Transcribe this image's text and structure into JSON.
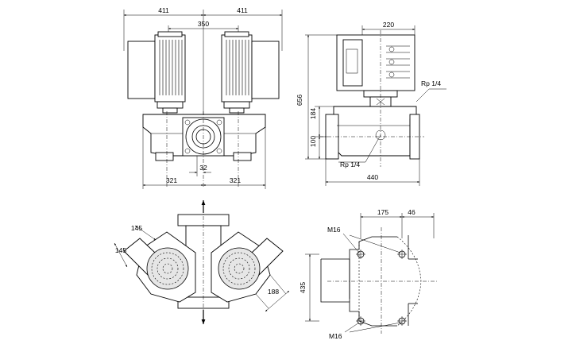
{
  "front_view": {
    "dim_left_width": "411",
    "dim_right_width": "411",
    "dim_motor_spacing": "350",
    "dim_left_base": "321",
    "dim_right_base": "321",
    "dim_offset": "32"
  },
  "side_view": {
    "dim_motor_depth": "220",
    "dim_total_height": "656",
    "dim_upper_height": "184",
    "dim_lower_height": "100",
    "dim_base_length": "440",
    "label_rp_top": "Rp 1/4",
    "label_rp_bottom": "Rp 1/4"
  },
  "top_view": {
    "dim_left_a": "145",
    "dim_left_b": "145",
    "dim_right": "188"
  },
  "flange_view": {
    "dim_top_a": "175",
    "dim_top_b": "46",
    "dim_height": "435",
    "label_bolt_top": "M16",
    "label_bolt_bottom": "M16"
  },
  "colors": {
    "line": "#000000",
    "background": "#ffffff",
    "shade": "#e6e6e6"
  }
}
